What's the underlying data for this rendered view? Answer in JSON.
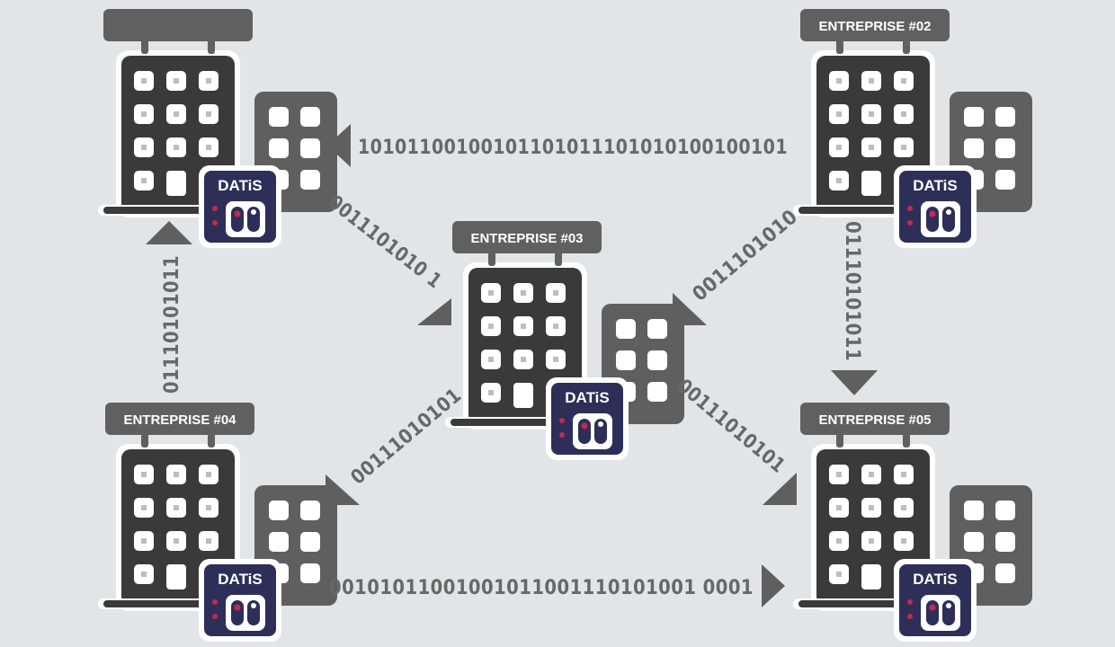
{
  "colors": {
    "background": "#e3e4e8",
    "tower": "#3a3a3a",
    "annex": "#5f5f5f",
    "window": "#ffffff",
    "sign": "#606060",
    "badge_bg": "#2e2f58",
    "badge_dot": "#c32a53",
    "binary_text": "#686868"
  },
  "buildings": [
    {
      "id": "b1",
      "sign": ""
    },
    {
      "id": "b2",
      "sign": "ENTREPRISE #02"
    },
    {
      "id": "b3",
      "sign": "ENTREPRISE #03"
    },
    {
      "id": "b4",
      "sign": "ENTREPRISE #04"
    },
    {
      "id": "b5",
      "sign": "ENTREPRISE #05"
    }
  ],
  "logo": {
    "text": "DATiS"
  },
  "links": {
    "top": "10101100100101101011101010100100101",
    "bottom": "00101011001001011001110101001 0001",
    "left_vertical": "01110101011",
    "right_vertical": "01110101011",
    "diag_upper_left": "0011101010 1",
    "diag_upper_right": "0011101010",
    "diag_lower_left": "00111010101",
    "diag_lower_right": "00111010101"
  }
}
